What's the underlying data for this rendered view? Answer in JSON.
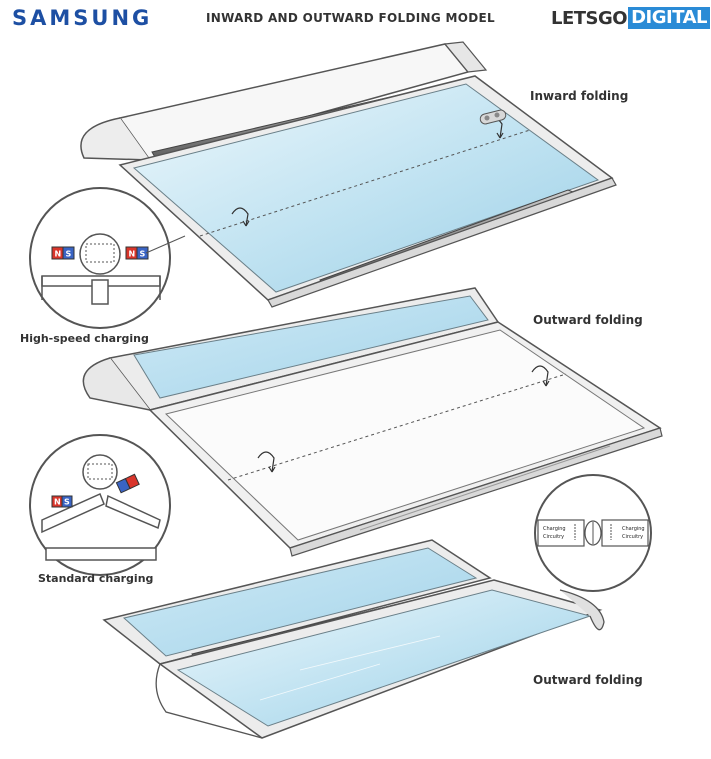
{
  "header": {
    "brand_left": "SAMSUNG",
    "title": "INWARD AND OUTWARD FOLDING MODEL",
    "brand_right_main": "LETSGO",
    "brand_right_accent": "DIGITAL"
  },
  "labels": {
    "inward_folding": "Inward folding",
    "outward_folding_1": "Outward folding",
    "outward_folding_2": "Outward folding",
    "high_speed_charging": "High-speed charging",
    "standard_charging": "Standard charging"
  },
  "callouts": {
    "magnet_left": "N S",
    "magnet_right": "N S",
    "magnet_standard": "N S",
    "circuitry_left_1": "Charging",
    "circuitry_left_2": "Circuitry",
    "circuitry_right_1": "Charging",
    "circuitry_right_2": "Circuitry"
  },
  "colors": {
    "brand_blue": "#1d4fa3",
    "digital_blue": "#2a8bd6",
    "screen_blue_light": "#dff0f8",
    "screen_blue": "#a9d6ea",
    "magnet_red": "#d9352b",
    "magnet_blue": "#3a64c4",
    "outline": "#555555"
  }
}
